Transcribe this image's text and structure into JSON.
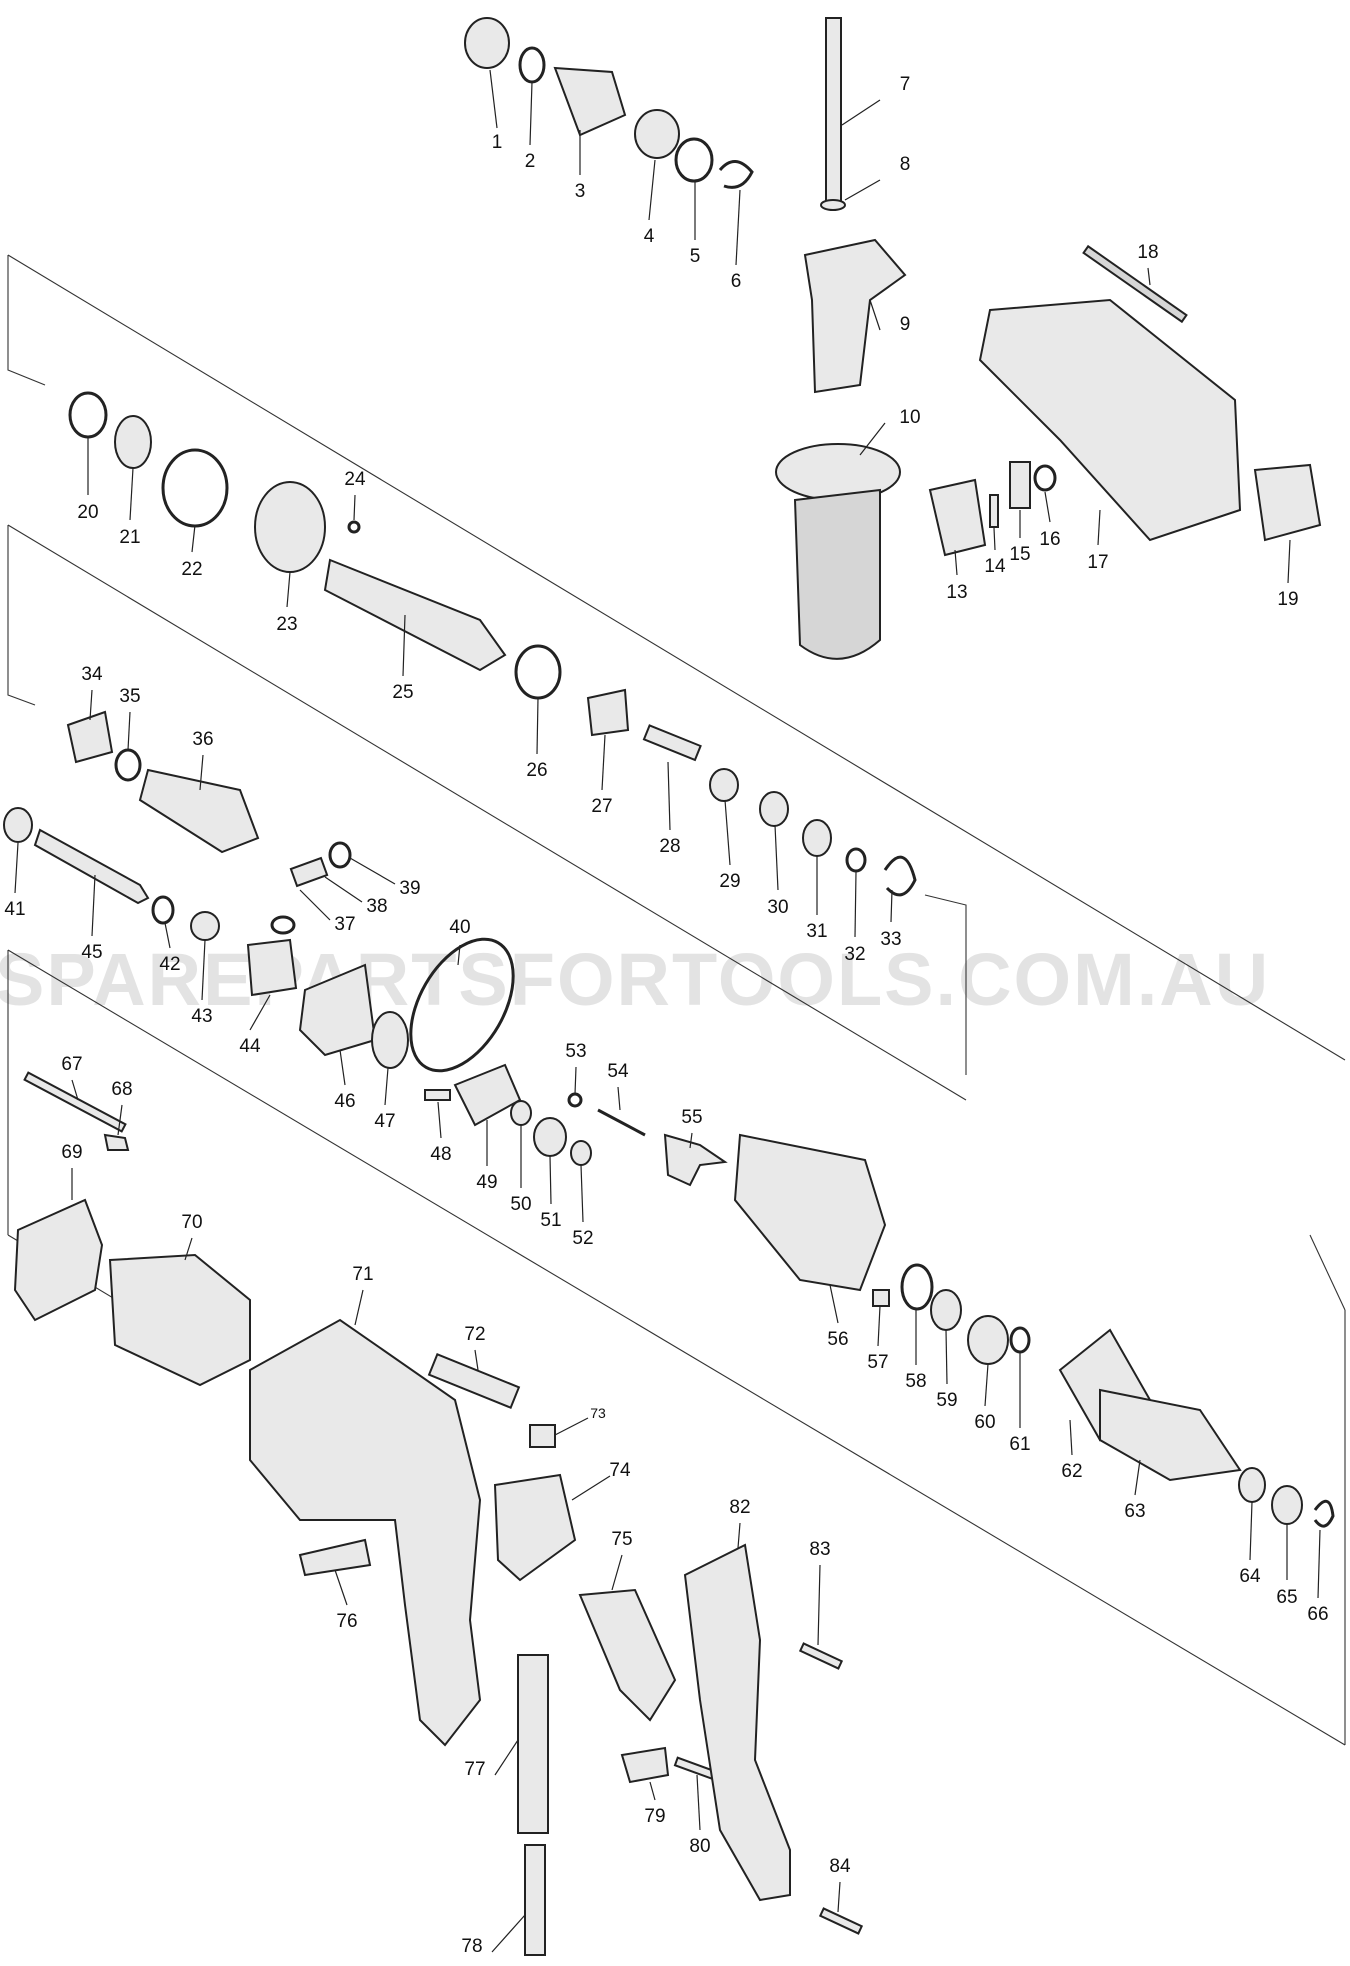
{
  "watermark": "SPAREPARTSFORTOOLS.COM.AU",
  "callouts": [
    {
      "n": "1"
    },
    {
      "n": "2"
    },
    {
      "n": "3"
    },
    {
      "n": "4"
    },
    {
      "n": "5"
    },
    {
      "n": "6"
    },
    {
      "n": "7"
    },
    {
      "n": "8"
    },
    {
      "n": "9"
    },
    {
      "n": "10"
    },
    {
      "n": "13"
    },
    {
      "n": "14"
    },
    {
      "n": "15"
    },
    {
      "n": "16"
    },
    {
      "n": "17"
    },
    {
      "n": "18"
    },
    {
      "n": "19"
    },
    {
      "n": "20"
    },
    {
      "n": "21"
    },
    {
      "n": "22"
    },
    {
      "n": "23"
    },
    {
      "n": "24"
    },
    {
      "n": "25"
    },
    {
      "n": "26"
    },
    {
      "n": "27"
    },
    {
      "n": "28"
    },
    {
      "n": "29"
    },
    {
      "n": "30"
    },
    {
      "n": "31"
    },
    {
      "n": "32"
    },
    {
      "n": "33"
    },
    {
      "n": "34"
    },
    {
      "n": "35"
    },
    {
      "n": "36"
    },
    {
      "n": "37"
    },
    {
      "n": "38"
    },
    {
      "n": "39"
    },
    {
      "n": "40"
    },
    {
      "n": "41"
    },
    {
      "n": "42"
    },
    {
      "n": "43"
    },
    {
      "n": "44"
    },
    {
      "n": "45"
    },
    {
      "n": "46"
    },
    {
      "n": "47"
    },
    {
      "n": "48"
    },
    {
      "n": "49"
    },
    {
      "n": "50"
    },
    {
      "n": "51"
    },
    {
      "n": "52"
    },
    {
      "n": "53"
    },
    {
      "n": "54"
    },
    {
      "n": "55"
    },
    {
      "n": "56"
    },
    {
      "n": "57"
    },
    {
      "n": "58"
    },
    {
      "n": "59"
    },
    {
      "n": "60"
    },
    {
      "n": "61"
    },
    {
      "n": "62"
    },
    {
      "n": "63"
    },
    {
      "n": "64"
    },
    {
      "n": "65"
    },
    {
      "n": "66"
    },
    {
      "n": "67"
    },
    {
      "n": "68"
    },
    {
      "n": "69"
    },
    {
      "n": "70"
    },
    {
      "n": "71"
    },
    {
      "n": "72"
    },
    {
      "n": "73"
    },
    {
      "n": "74"
    },
    {
      "n": "75"
    },
    {
      "n": "76"
    },
    {
      "n": "77"
    },
    {
      "n": "78"
    },
    {
      "n": "79"
    },
    {
      "n": "80"
    },
    {
      "n": "82"
    },
    {
      "n": "83"
    },
    {
      "n": "84"
    }
  ],
  "colors": {
    "line": "#222222",
    "watermark": "#e3e3e3",
    "part_fill": "#e9e9e9"
  }
}
